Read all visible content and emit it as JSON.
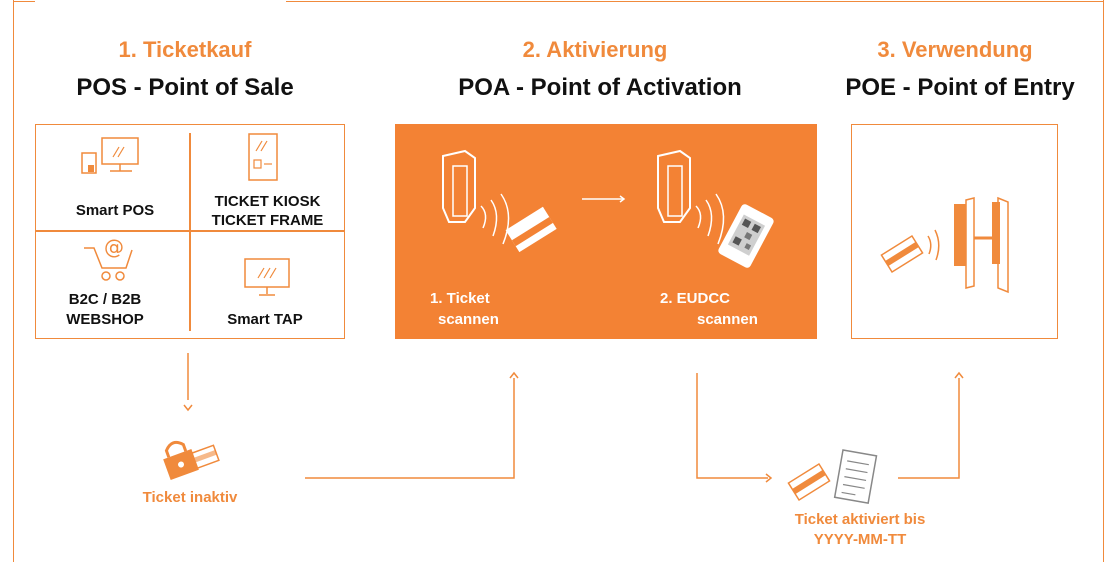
{
  "colors": {
    "accent": "#f08a3c",
    "filled": "#f38234",
    "text": "#111111"
  },
  "steps": [
    {
      "number_title": "1. Ticketkauf",
      "subtitle": "POS - Point of Sale"
    },
    {
      "number_title": "2. Aktivierung",
      "subtitle": "POA - Point of Activation"
    },
    {
      "number_title": "3. Verwendung",
      "subtitle": "POE - Point of Entry"
    }
  ],
  "pos": {
    "smart_pos": "Smart POS",
    "kiosk_line1": "TICKET KIOSK",
    "kiosk_line2": "TICKET FRAME",
    "webshop_line1": "B2C / B2B",
    "webshop_line2": "WEBSHOP",
    "smart_tap": "Smart TAP"
  },
  "poa": {
    "scan1_line1": "1. Ticket",
    "scan1_line2": "scannen",
    "scan2_line1": "2. EUDCC",
    "scan2_line2": "scannen"
  },
  "flow": {
    "inactive": "Ticket inaktiv",
    "activated_line1": "Ticket aktiviert bis",
    "activated_line2": "YYYY-MM-TT"
  },
  "icons": [
    "computer-icon",
    "kiosk-icon",
    "webshop-cart-icon",
    "monitor-icon",
    "scanner-icon",
    "ticket-icon",
    "qr-phone-icon",
    "gate-icon",
    "padlock-icon",
    "checklist-icon"
  ]
}
